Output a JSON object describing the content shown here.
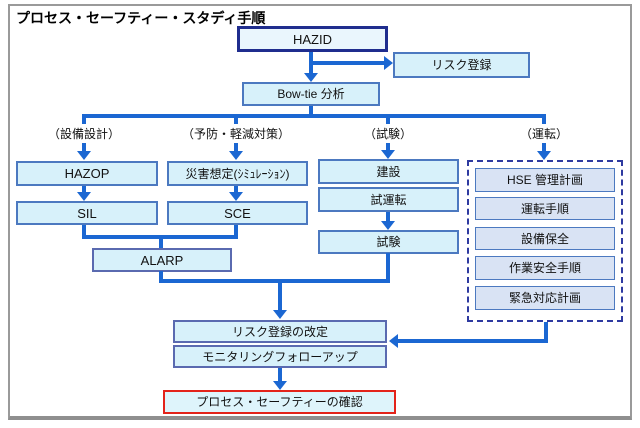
{
  "title": "プロセス・セーフティー・スタディ手順",
  "colors": {
    "connector_blue": "#1b67d2",
    "box_border_blue": "#4c79c0",
    "hazid_border_navy": "#1f2d8e",
    "dashed_border_navy": "#2e3aa0",
    "cyan_fill": "#d7f1fa",
    "hazid_fill": "#eaf6fd",
    "periwinkle_fill": "#d9e3f4",
    "red_border": "#e3231a",
    "frame_gray": "#9a9a9a"
  },
  "nodes": {
    "hazid": "HAZID",
    "risk_register": "リスク登録",
    "bowtie": "Bow-tie 分析",
    "hazop": "HAZOP",
    "sil": "SIL",
    "damage_simulation": "災害想定(ｼﾐｭﾚｰｼｮﾝ)",
    "sce": "SCE",
    "alarp": "ALARP",
    "construction": "建設",
    "commissioning": "試運転",
    "test": "試験",
    "hse_plan": "HSE 管理計画",
    "operation_procedure": "運転手順",
    "maintenance": "設備保全",
    "work_safety": "作業安全手順",
    "emergency_plan": "緊急対応計画",
    "risk_register_revision": "リスク登録の改定",
    "monitoring_followup": "モニタリングフォローアップ",
    "process_safety_confirmation": "プロセス・セーフティーの確認"
  },
  "column_labels": {
    "design": "（設備設計）",
    "prevention_mitigation": "（予防・軽減対策）",
    "testing": "（試験）",
    "operation": "（運転）"
  }
}
